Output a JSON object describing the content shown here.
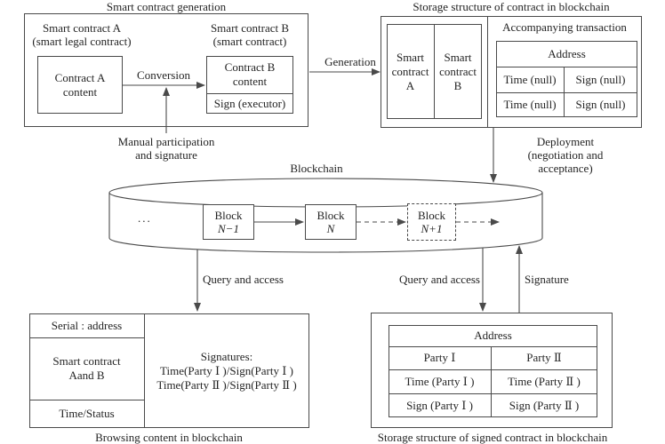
{
  "colors": {
    "line": "#4a4a4a",
    "text": "#242424",
    "background": "#ffffff"
  },
  "generation": {
    "title": "Smart contract generation",
    "contract_a_label": "Smart contract A\n(smart legal contract)",
    "contract_a_content": "Contract A\ncontent",
    "conversion_label": "Conversion",
    "manual_label": "Manual participation\nand signature",
    "contract_b_label": "Smart contract B\n(smart contract)",
    "contract_b_content": "Contract B\ncontent",
    "contract_b_sign": "Sign (executor)",
    "generation_arrow_label": "Generation"
  },
  "storage": {
    "title": "Storage structure of contract in blockchain",
    "contract_a_cell": "Smart\ncontract\nA",
    "contract_b_cell": "Smart\ncontract\nB",
    "accompanying_label": "Accompanying transaction",
    "address_table": {
      "header": "Address",
      "rows": [
        [
          "Time (null)",
          "Sign (null)"
        ],
        [
          "Time (null)",
          "Sign (null)"
        ]
      ]
    },
    "deployment_label": "Deployment\n(negotiation and acceptance)"
  },
  "blockchain": {
    "label": "Blockchain",
    "ellipsis": "...",
    "blocks": [
      {
        "name": "Block",
        "num": "N−1"
      },
      {
        "name": "Block",
        "num": "N"
      },
      {
        "name": "Block",
        "num": "N+1"
      }
    ]
  },
  "browse": {
    "query_label": "Query and access",
    "rows": [
      "Serial : address",
      "Smart contract\nAand B",
      "Time/Status"
    ],
    "signatures": "Signatures:\nTime(Party Ⅰ )/Sign(Party Ⅰ )\nTime(Party Ⅱ )/Sign(Party Ⅱ )",
    "caption": "Browsing content in blockchain"
  },
  "signed": {
    "query_label": "Query and access",
    "signature_label": "Signature",
    "table": {
      "header": "Address",
      "rows": [
        [
          "Party Ⅰ",
          "Party Ⅱ"
        ],
        [
          "Time (Party Ⅰ )",
          "Time (Party Ⅱ )"
        ],
        [
          "Sign (Party Ⅰ )",
          "Sign (Party Ⅱ )"
        ]
      ]
    },
    "caption": "Storage  structure of signed contract in blockchain"
  }
}
